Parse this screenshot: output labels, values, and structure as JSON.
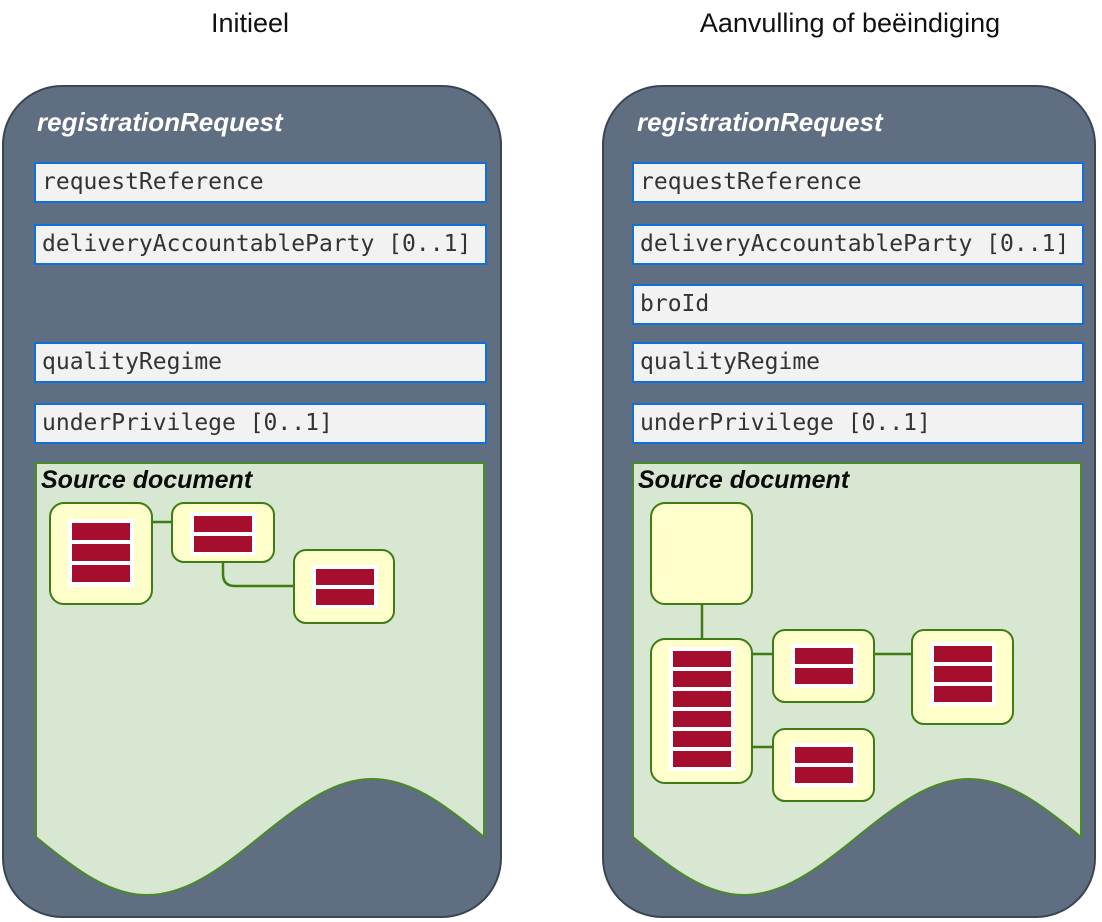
{
  "columns": [
    {
      "title": "Initieel",
      "panel": {
        "header": "registrationRequest",
        "fields": [
          "requestReference",
          "deliveryAccountableParty [0..1]",
          "qualityRegime",
          "underPrivilege [0..1]"
        ],
        "source_document": {
          "title": "Source document",
          "boxes": [
            {
              "name": "document-box",
              "bars": 3
            },
            {
              "name": "document-box",
              "bars": 2
            },
            {
              "name": "document-box",
              "bars": 2
            }
          ]
        }
      }
    },
    {
      "title": "Aanvulling of beëindiging",
      "panel": {
        "header": "registrationRequest",
        "fields": [
          "requestReference",
          "deliveryAccountableParty [0..1]",
          "broId",
          "qualityRegime",
          "underPrivilege [0..1]"
        ],
        "source_document": {
          "title": "Source document",
          "boxes": [
            {
              "name": "document-box-empty",
              "bars": 0
            },
            {
              "name": "document-box",
              "bars": 6
            },
            {
              "name": "document-box",
              "bars": 2
            },
            {
              "name": "document-box",
              "bars": 3
            },
            {
              "name": "document-box",
              "bars": 2
            }
          ]
        }
      }
    }
  ],
  "colors": {
    "panel_fill": "#5f6e81",
    "panel_border": "#3a4654",
    "field_fill": "#f2f2f2",
    "field_border": "#0f6fdb",
    "green_fill": "#d7e7d2",
    "green_border": "#4a8a28",
    "doc_box_fill": "#ffffcc",
    "doc_box_border": "#3e7d14",
    "bar_red": "#a50f2d"
  }
}
